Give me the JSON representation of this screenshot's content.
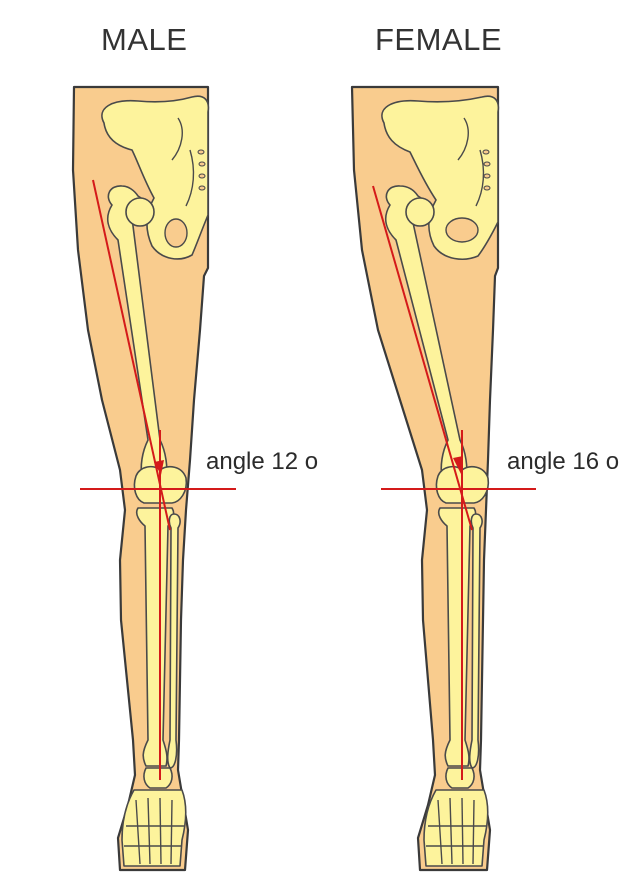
{
  "male": {
    "title": "MALE",
    "angle_label": "angle 12 o"
  },
  "female": {
    "title": "FEMALE",
    "angle_label": "angle 16 o"
  },
  "colors": {
    "skin": "#f9cc8e",
    "bone": "#fdf39c",
    "axis_line": "#d41a1a"
  }
}
